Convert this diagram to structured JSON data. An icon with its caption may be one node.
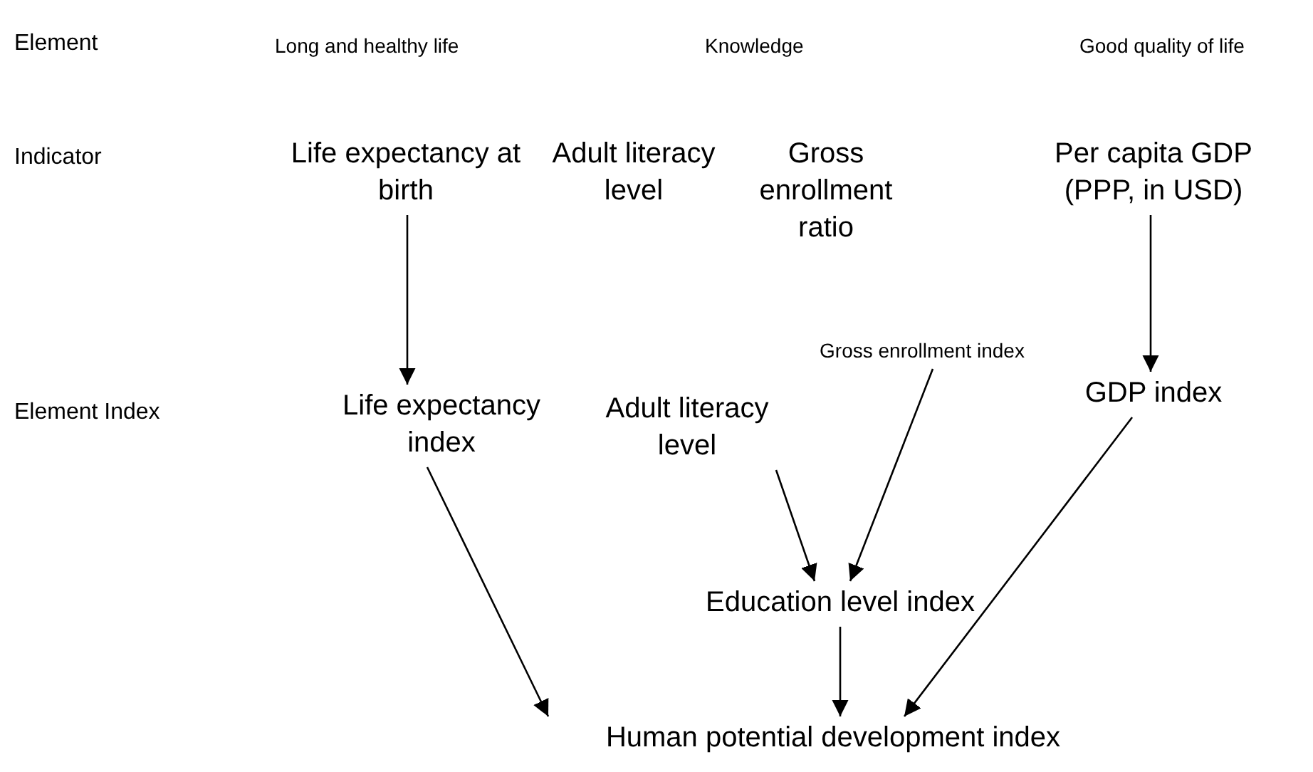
{
  "diagram": {
    "nodes": [
      {
        "text": [
          "Life expectancy at birth"
        ]
      },
      {
        "text": [
          "Adult literacy level"
        ]
      },
      {
        "text": [
          "Gross enrollment ratio"
        ]
      },
      {
        "text": [
          "Per capita GDP (PPP, in USD)"
        ]
      },
      {
        "text": [
          "Life expectancy index"
        ]
      },
      {
        "text": [
          "Adult literacy level"
        ]
      },
      {
        "text": [
          "Gross enrollment index"
        ]
      },
      {
        "text": [
          "GDP index"
        ]
      },
      {
        "text": [
          "Education level index"
        ]
      },
      {
        "text": [
          "Human potential development index"
        ]
      }
    ],
    "edges": [
      {
        "from": 0,
        "to": 4,
        "arrow": "to"
      },
      {
        "from": 3,
        "to": 7,
        "arrow": "to"
      },
      {
        "from": 5,
        "to": 8,
        "arrow": "to"
      },
      {
        "from": 6,
        "to": 8,
        "arrow": "to"
      },
      {
        "from": 4,
        "to": 9,
        "arrow": "to"
      },
      {
        "from": 8,
        "to": 9,
        "arrow": "to"
      },
      {
        "from": 7,
        "to": 9,
        "arrow": "to"
      }
    ],
    "labels": [
      "Element",
      "Long and healthy life",
      "Knowledge",
      "Good quality of life",
      "Indicator",
      "Element Index"
    ]
  }
}
